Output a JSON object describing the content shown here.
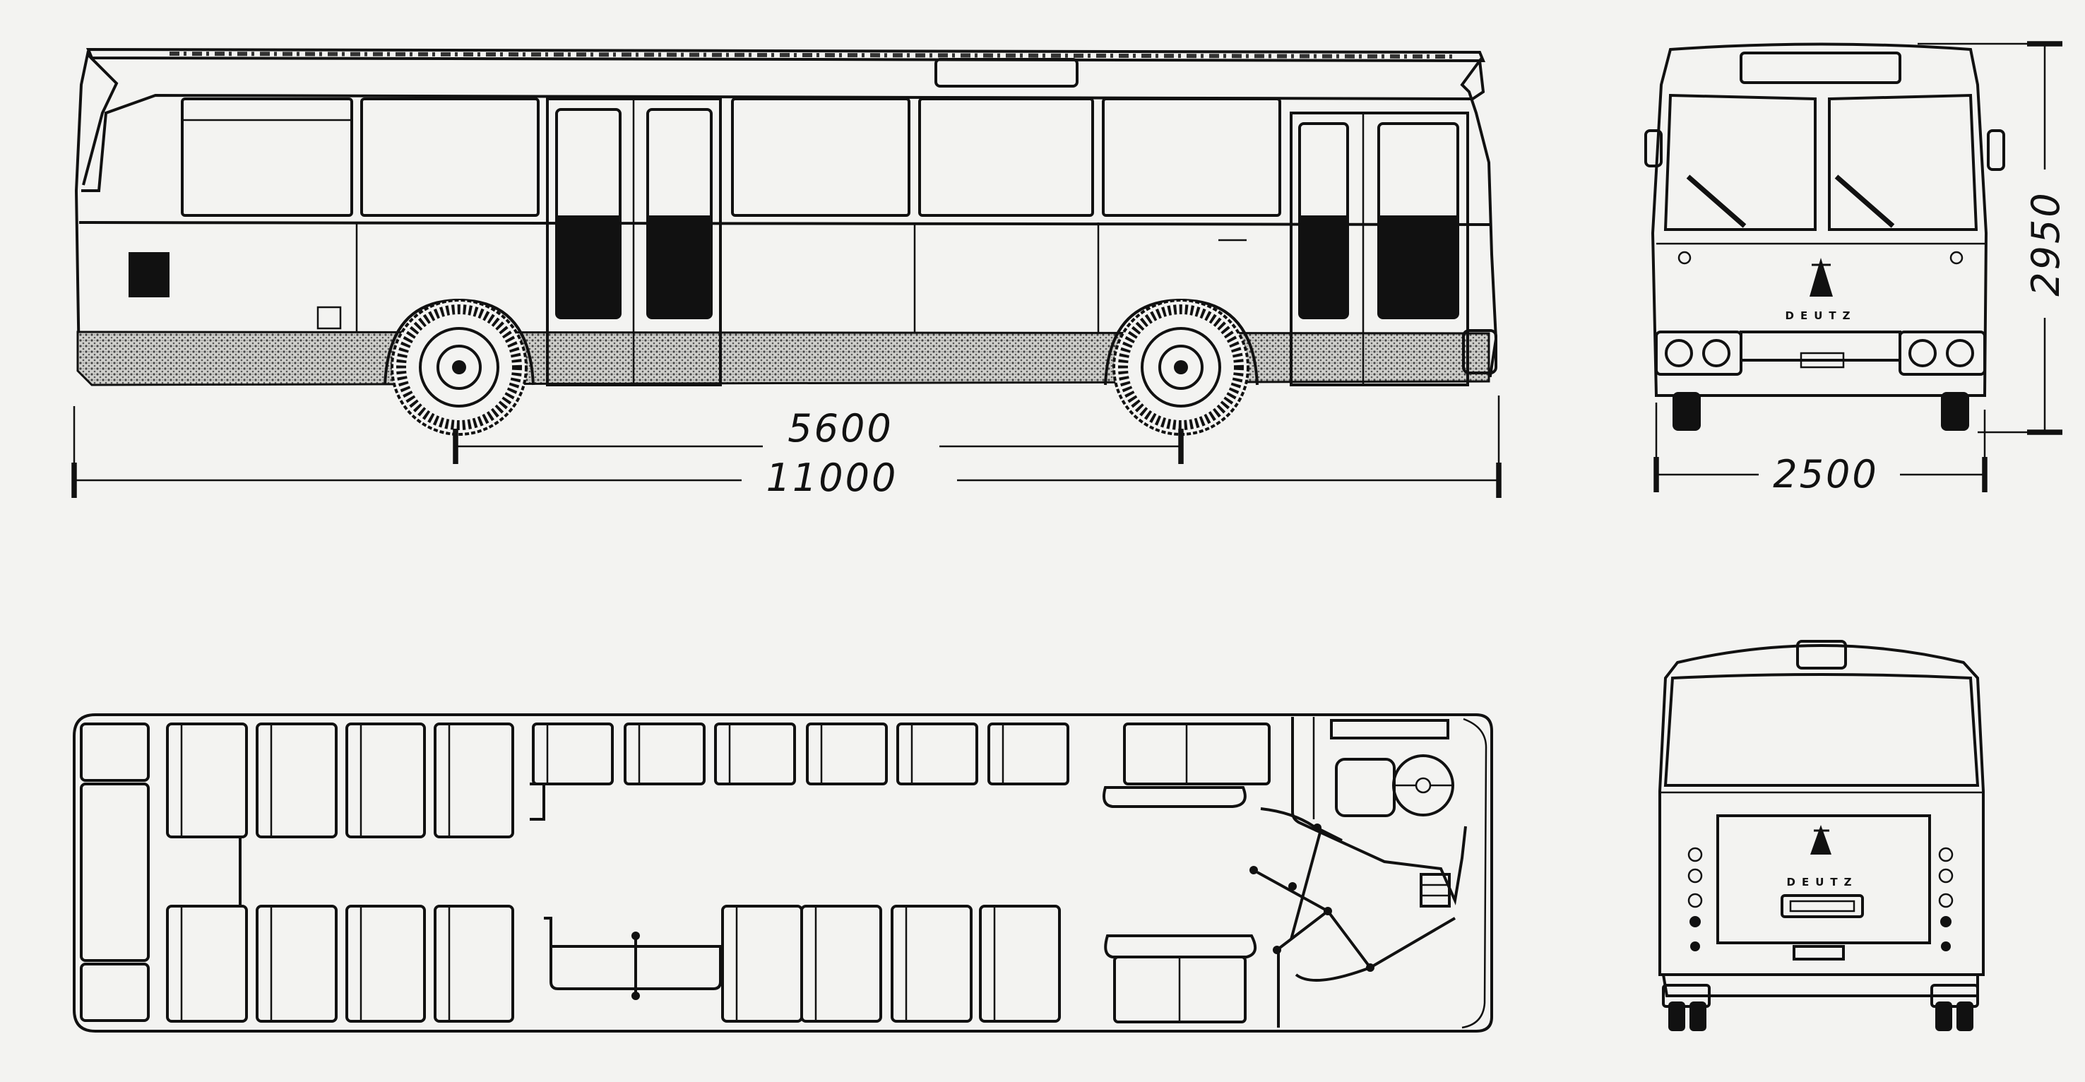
{
  "dimensions": {
    "wheelbase": "5600",
    "length": "11000",
    "width": "2500",
    "height": "2950"
  },
  "brand": {
    "front_badge": "DEUTZ",
    "rear_badge": "DEUTZ"
  },
  "colors": {
    "ink": "#111111",
    "paper": "#f3f3f1"
  }
}
